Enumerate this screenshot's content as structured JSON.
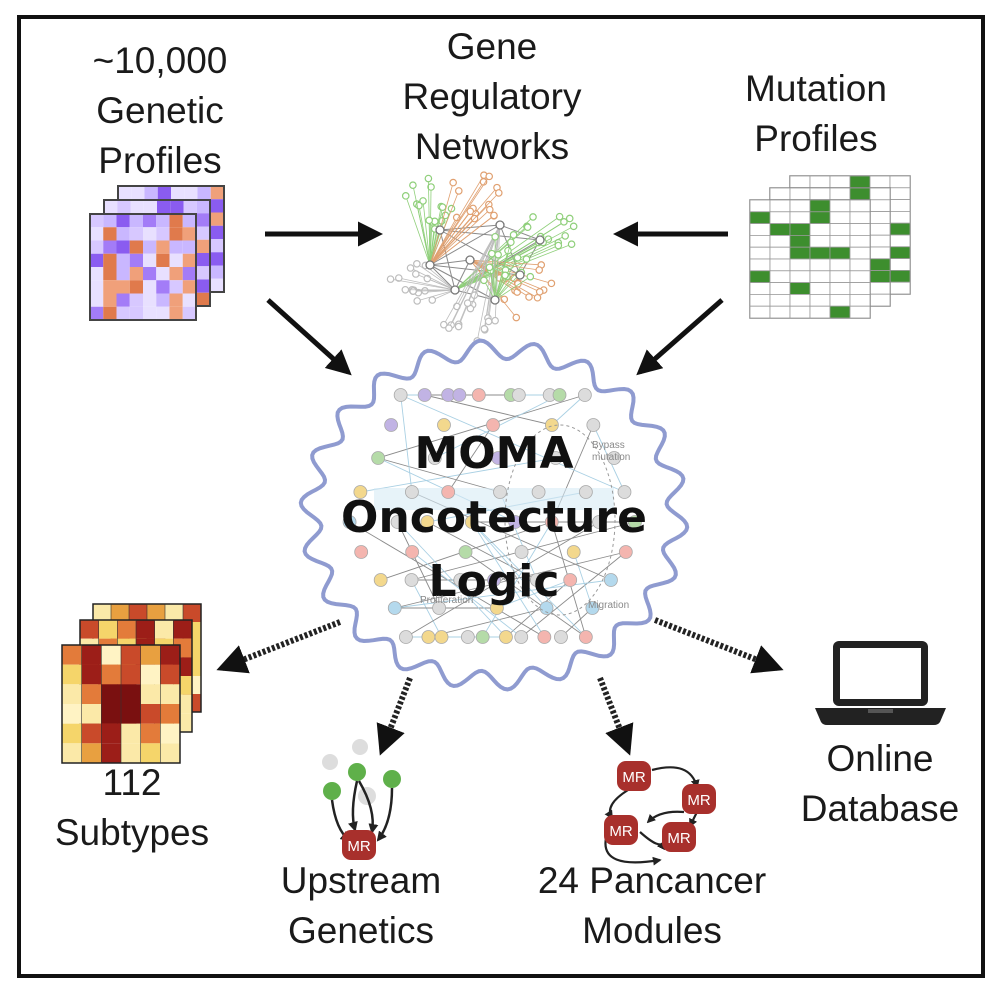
{
  "diagram": {
    "inputs": {
      "genetic_profiles": [
        "~10,000",
        "Genetic",
        "Profiles"
      ],
      "gene_regulatory_networks": [
        "Gene",
        "Regulatory",
        "Networks"
      ],
      "mutation_profiles": [
        "Mutation",
        "Profiles"
      ]
    },
    "center": {
      "title_lines": [
        "MOMA",
        "Oncotecture",
        "Logic"
      ],
      "background_annotations": [
        "Bypass mutation",
        "Proliferation",
        "Migration"
      ]
    },
    "outputs": {
      "subtypes": [
        "112",
        "Subtypes"
      ],
      "upstream_genetics": [
        "Upstream",
        "Genetics"
      ],
      "pancancer_modules": [
        "24 Pancancer",
        "Modules"
      ],
      "online_database": [
        "Online",
        "Database"
      ]
    },
    "node_label": "MR",
    "colors": {
      "mr_node": "#a8302c",
      "heatmap_purple": "#8a5cf0",
      "heatmap_orange": "#e07a4c",
      "mutation_green": "#3d8e2e",
      "blob_outline": "#8f9bd0",
      "network_green": "#8fcf7a",
      "network_orange": "#e0a070",
      "subtype_dark": "#7a1010",
      "subtype_yellow": "#f5d56a"
    }
  }
}
